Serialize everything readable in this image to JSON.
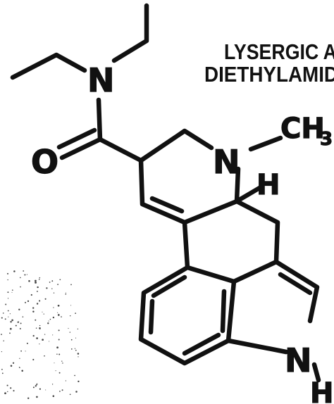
{
  "title": {
    "line1": "LYSERGIC A",
    "line2": "DIETHYLAMID"
  },
  "atoms": {
    "amide_n": "N",
    "amide_o": "O",
    "ring_n": "N",
    "methyl_c": "CH",
    "methyl_sub": "3",
    "stereo_h": "H",
    "indole_n": "N",
    "indole_h": "H"
  },
  "colors": {
    "ink": "#111111",
    "paper": "#ffffff"
  }
}
